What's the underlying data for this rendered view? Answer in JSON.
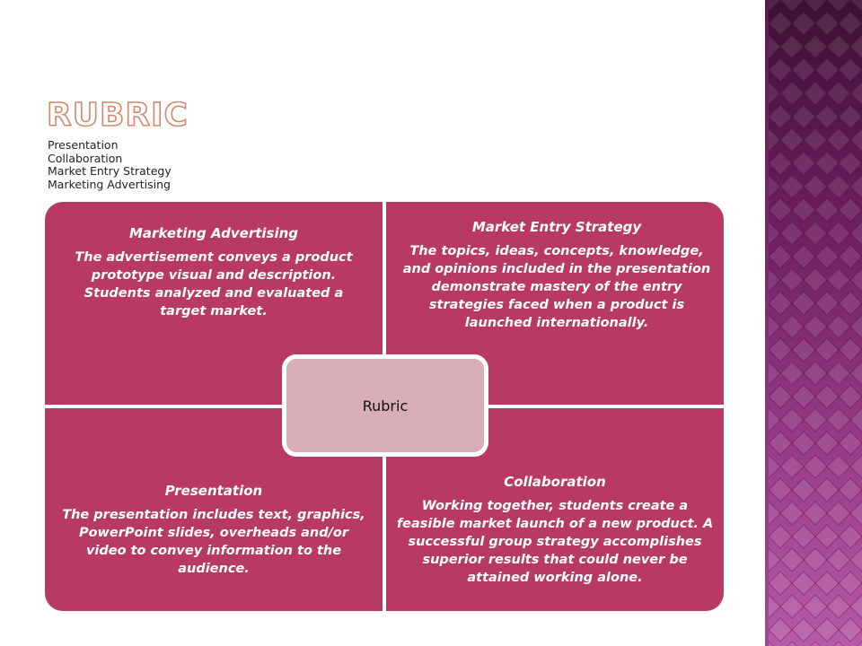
{
  "slide": {
    "title": "Rubric",
    "subtitle_lines": [
      "Presentation",
      "Collaboration",
      "Market Entry Strategy",
      "Marketing Advertising"
    ]
  },
  "diagram": {
    "center_label": "Rubric",
    "quadrants": [
      {
        "heading": "Marketing Advertising",
        "body": "The advertisement conveys a product prototype visual and description. Students analyzed and evaluated a target market."
      },
      {
        "heading": "Market Entry Strategy",
        "body": "The topics, ideas, concepts, knowledge, and opinions included in the presentation demonstrate mastery of the entry strategies faced when a product is launched internationally."
      },
      {
        "heading": "Presentation",
        "body": "The presentation includes text, graphics, PowerPoint slides, overheads and/or video to convey information to the audience."
      },
      {
        "heading": "Collaboration",
        "body": "Working together, students create a feasible market launch of a new product. A successful group strategy accomplishes superior results that could never be attained working alone."
      }
    ]
  },
  "colors": {
    "quadrant_fill": "#b83a64",
    "center_fill": "#d8adb6",
    "title_outline": "#d5866b",
    "band_dark": "#3d0f34",
    "band_light": "#b85aa8"
  }
}
